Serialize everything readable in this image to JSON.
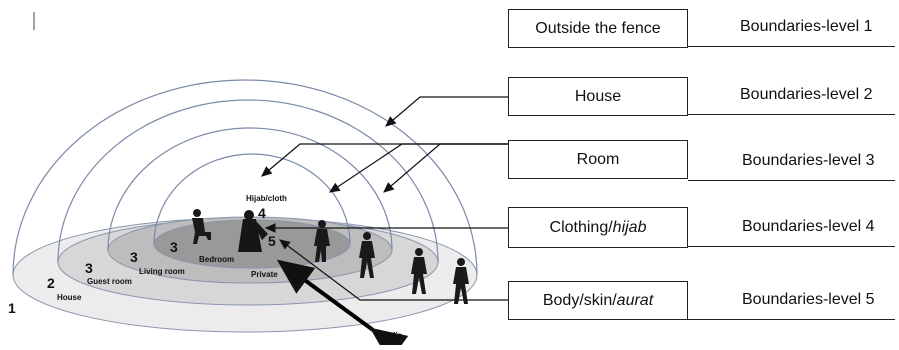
{
  "boundaries": [
    {
      "label": "Outside the fence",
      "label_italic": "",
      "level": "Boundaries-level 1"
    },
    {
      "label": "House",
      "label_italic": "",
      "level": "Boundaries-level 2"
    },
    {
      "label": "Room",
      "label_italic": "",
      "level": "Boundaries-level 3"
    },
    {
      "label": "Clothing/",
      "label_italic": "hijab",
      "level": "Boundaries-level 4"
    },
    {
      "label": "Body/skin/",
      "label_italic": "aurat",
      "level": "Boundaries-level 5"
    }
  ],
  "zones": {
    "outer_number": "1",
    "house_number": "2",
    "house_label": "House",
    "guest_number": "3",
    "guest_label": "Guest room",
    "living_number": "3",
    "living_label": "Living room",
    "bedroom_number": "3",
    "bedroom_label": "Bedroom",
    "hijab_number": "4",
    "hijab_label": "Hijab/cloth",
    "body_number": "5",
    "private_label": "Private",
    "public_label": "Public"
  },
  "colors": {
    "outer_ellipse": "#ececec",
    "house_ellipse": "#d7d7d7",
    "living_ellipse": "#bdbdbd",
    "bedroom_ellipse": "#999999",
    "dome_stroke": "#7a8aa8",
    "figure": "#1a1a1a"
  }
}
